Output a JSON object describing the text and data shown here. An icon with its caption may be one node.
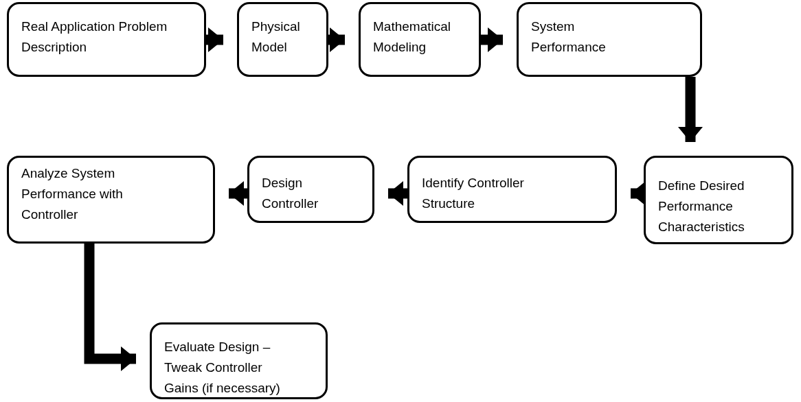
{
  "diagram": {
    "nodes": [
      {
        "text": [
          "Real Application Problem Description"
        ]
      },
      {
        "text": [
          "Physical Model"
        ]
      },
      {
        "text": [
          "Mathematical Modeling"
        ]
      },
      {
        "text": [
          "System Performance"
        ]
      },
      {
        "text": [
          "Define Desired Performance Characteristics"
        ]
      },
      {
        "text": [
          "Identify Controller Structure"
        ]
      },
      {
        "text": [
          "Design Controller"
        ]
      },
      {
        "text": [
          "Analyze System Performance with Controller"
        ]
      },
      {
        "text": [
          "Evaluate Design – Tweak Controller Gains (if necessary)"
        ]
      }
    ],
    "edges": [
      {
        "from": 0,
        "to": 1,
        "arrow": "to"
      },
      {
        "from": 1,
        "to": 2,
        "arrow": "to"
      },
      {
        "from": 2,
        "to": 3,
        "arrow": "to"
      },
      {
        "from": 3,
        "to": 4,
        "arrow": "to"
      },
      {
        "from": 4,
        "to": 5,
        "arrow": "to"
      },
      {
        "from": 5,
        "to": 6,
        "arrow": "to"
      },
      {
        "from": 6,
        "to": 7,
        "arrow": "to"
      },
      {
        "from": 7,
        "to": 8,
        "arrow": "to"
      }
    ]
  }
}
